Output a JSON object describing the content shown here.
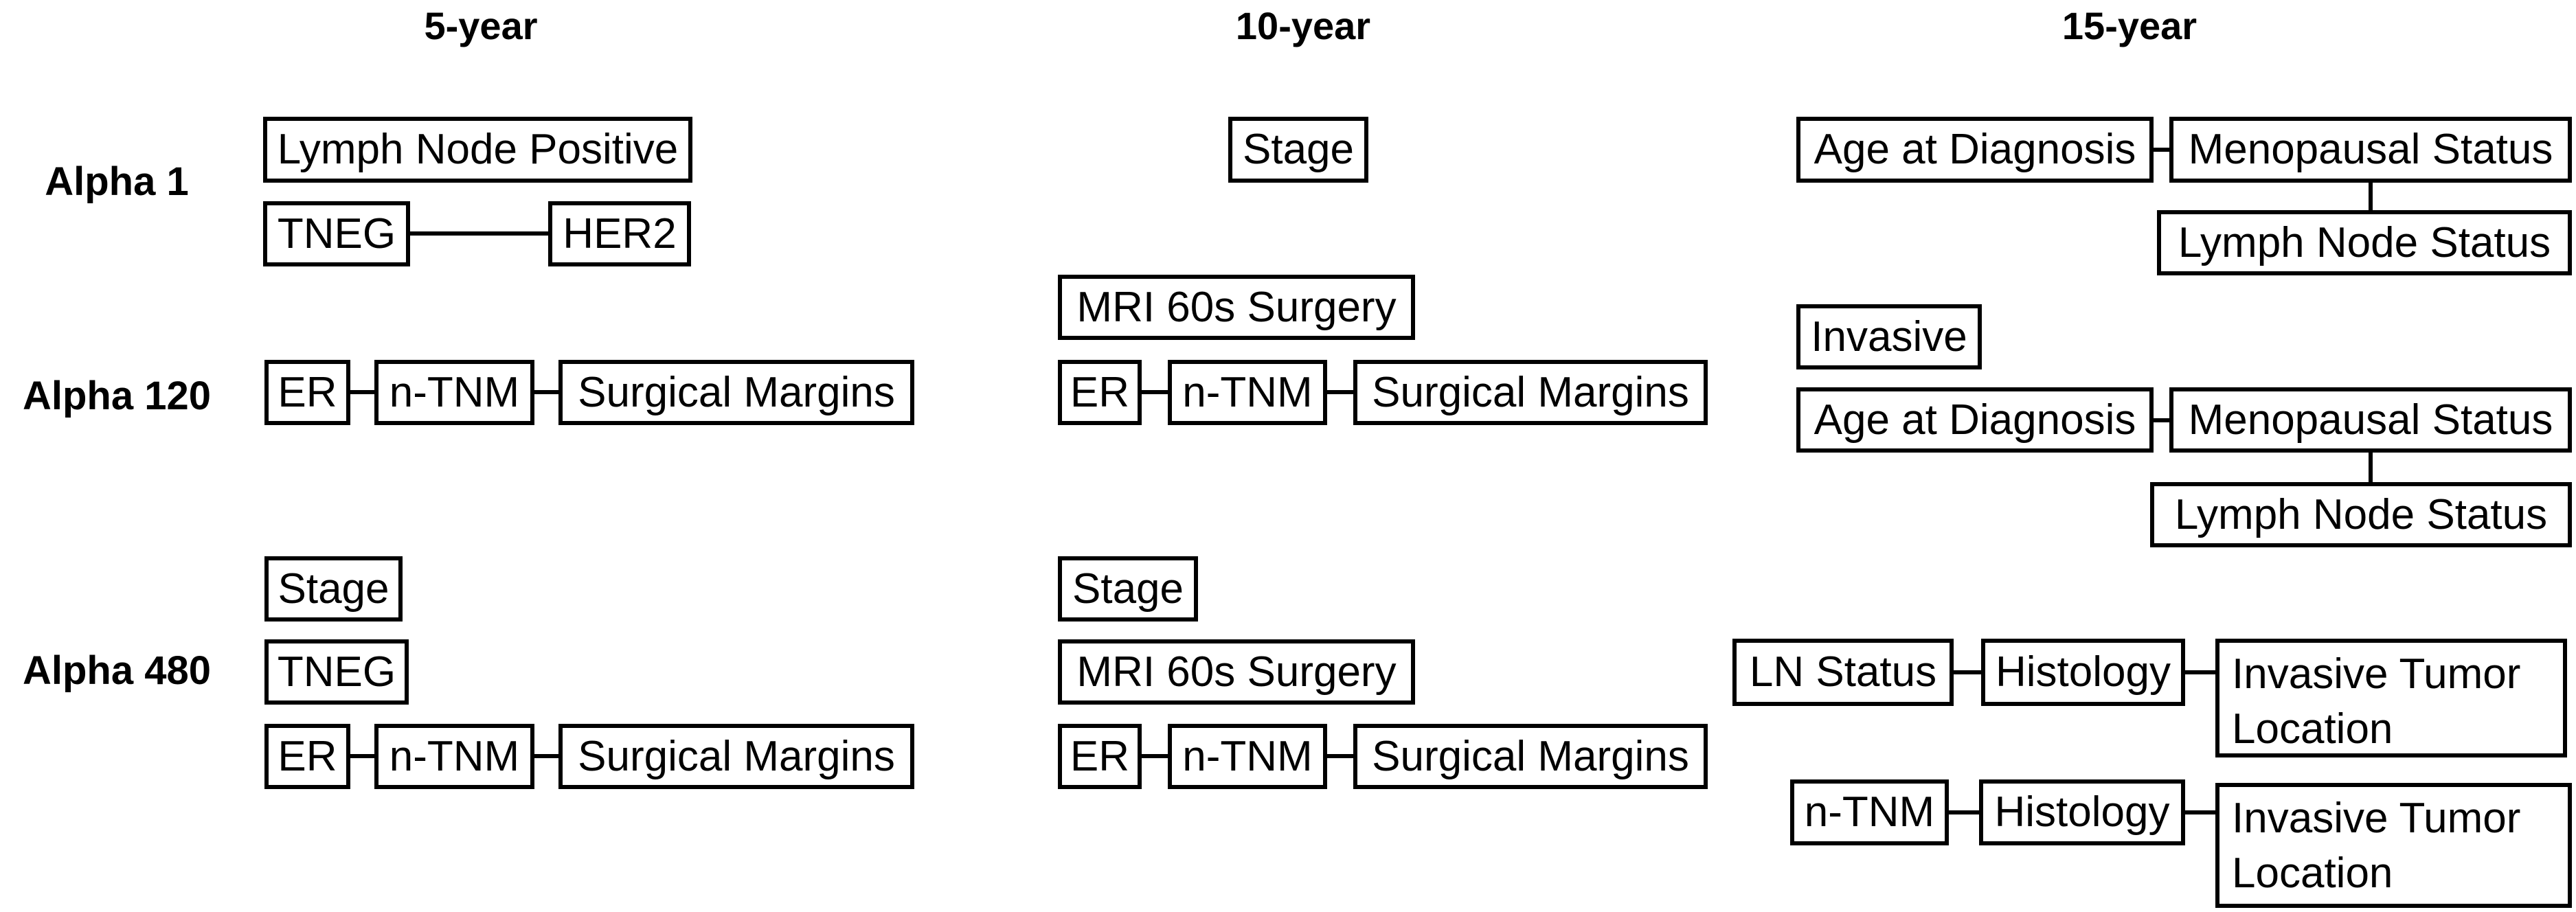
{
  "figure": {
    "background_color": "#ffffff",
    "text_color": "#000000",
    "box_border_color": "#000000",
    "columns": {
      "c1": "5-year",
      "c2": "10-year",
      "c3": "15-year"
    },
    "rows": {
      "r1": "Alpha 1",
      "r2": "Alpha 120",
      "r3": "Alpha 480"
    },
    "cells": {
      "r1c1": {
        "b1": "Lymph Node Positive",
        "b2": "TNEG",
        "b3": "HER2"
      },
      "r1c2": {
        "b1": "Stage"
      },
      "r1c3": {
        "b1": "Age at Diagnosis",
        "b2": "Menopausal Status",
        "b3": "Lymph Node Status"
      },
      "r2c1": {
        "b1": "ER",
        "b2": "n-TNM",
        "b3": "Surgical Margins"
      },
      "r2c2": {
        "b1": "MRI 60s Surgery",
        "b2": "ER",
        "b3": "n-TNM",
        "b4": "Surgical Margins"
      },
      "r2c3": {
        "b1": "Invasive",
        "b2": "Age at Diagnosis",
        "b3": "Menopausal Status",
        "b4": "Lymph Node Status"
      },
      "r3c1": {
        "b1": "Stage",
        "b2": "TNEG",
        "b3": "ER",
        "b4": "n-TNM",
        "b5": "Surgical Margins"
      },
      "r3c2": {
        "b1": "Stage",
        "b2": "MRI 60s Surgery",
        "b3": "ER",
        "b4": "n-TNM",
        "b5": "Surgical Margins"
      },
      "r3c3": {
        "b1": "LN Status",
        "b2": "Histology",
        "b3": "Invasive Tumor Location",
        "b4": "n-TNM",
        "b5": "Histology",
        "b6": "Invasive Tumor Location"
      }
    },
    "edges": [
      {
        "cell": "r1c1",
        "from": "TNEG",
        "to": "HER2"
      },
      {
        "cell": "r2c1",
        "from": "ER",
        "to": "n-TNM"
      },
      {
        "cell": "r2c1",
        "from": "n-TNM",
        "to": "Surgical Margins"
      },
      {
        "cell": "r2c2",
        "from": "ER",
        "to": "n-TNM"
      },
      {
        "cell": "r2c2",
        "from": "n-TNM",
        "to": "Surgical Margins"
      },
      {
        "cell": "r1c3",
        "from": "Age at Diagnosis",
        "to": "Menopausal Status"
      },
      {
        "cell": "r1c3",
        "from": "Menopausal Status",
        "to": "Lymph Node Status"
      },
      {
        "cell": "r2c3",
        "from": "Age at Diagnosis",
        "to": "Menopausal Status"
      },
      {
        "cell": "r2c3",
        "from": "Menopausal Status",
        "to": "Lymph Node Status"
      },
      {
        "cell": "r3c1",
        "from": "ER",
        "to": "n-TNM"
      },
      {
        "cell": "r3c1",
        "from": "n-TNM",
        "to": "Surgical Margins"
      },
      {
        "cell": "r3c2",
        "from": "ER",
        "to": "n-TNM"
      },
      {
        "cell": "r3c2",
        "from": "n-TNM",
        "to": "Surgical Margins"
      },
      {
        "cell": "r3c3",
        "from": "LN Status",
        "to": "Histology"
      },
      {
        "cell": "r3c3",
        "from": "Histology",
        "to": "Invasive Tumor Location"
      },
      {
        "cell": "r3c3",
        "from": "n-TNM",
        "to": "Histology (second chain)"
      },
      {
        "cell": "r3c3",
        "from": "Histology (second chain)",
        "to": "Invasive Tumor Location (second chain)"
      }
    ]
  }
}
